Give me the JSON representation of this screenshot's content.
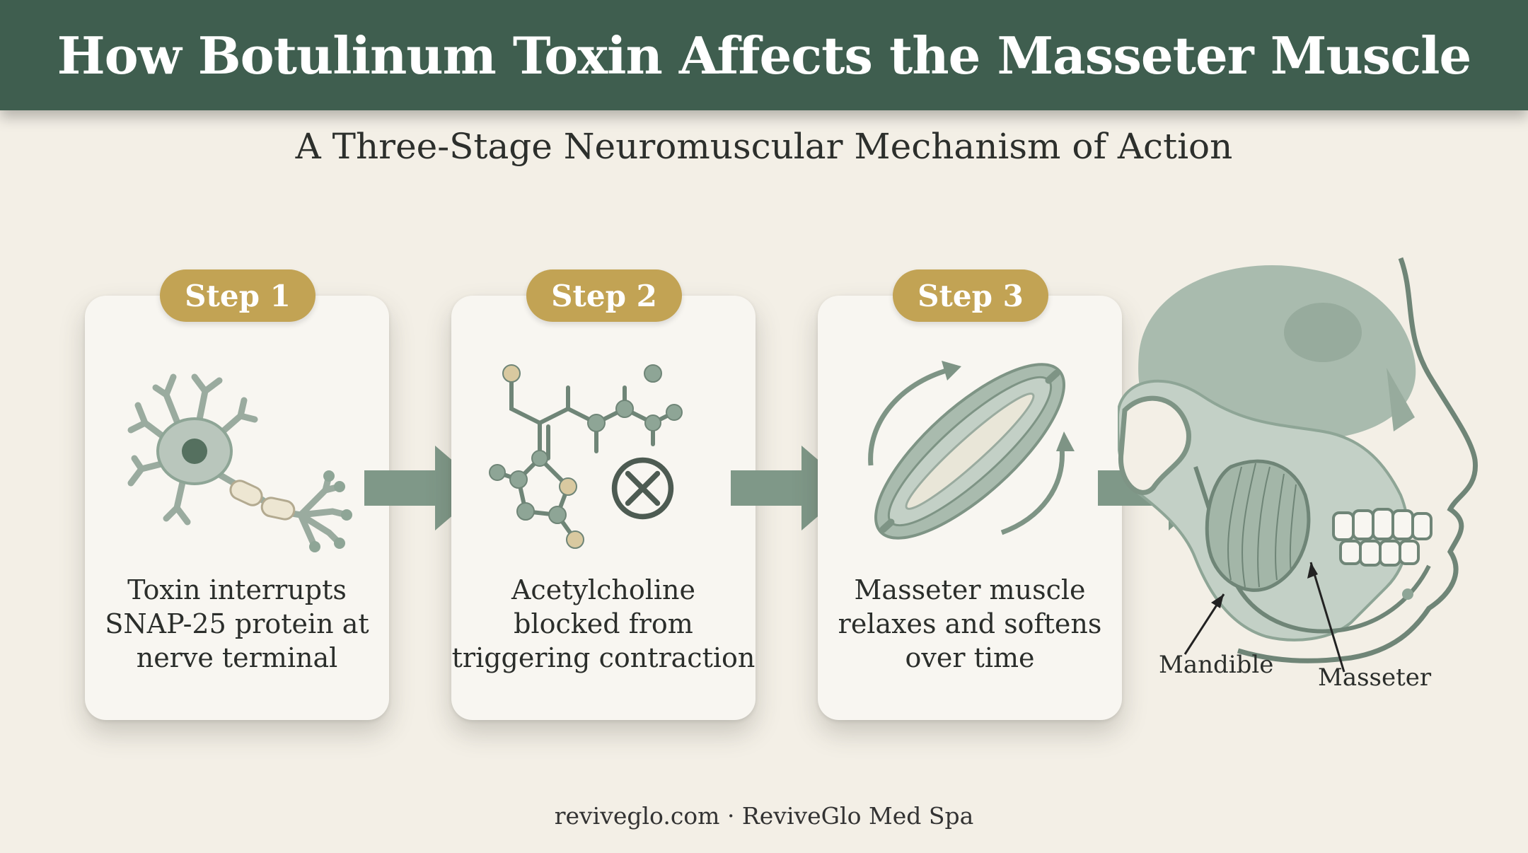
{
  "header": {
    "title": "How Botulinum Toxin Affects the Masseter Muscle"
  },
  "subtitle": "A Three-Stage Neuromuscular Mechanism of Action",
  "steps": [
    {
      "badge": "Step 1",
      "lines": [
        "Toxin interrupts",
        "SNAP-25 protein at",
        "nerve terminal"
      ]
    },
    {
      "badge": "Step 2",
      "lines": [
        "Acetylcholine",
        "blocked from",
        "triggering contraction"
      ]
    },
    {
      "badge": "Step 3",
      "lines": [
        "Masseter muscle",
        "relaxes and softens",
        "over time"
      ]
    }
  ],
  "anatomy": {
    "mandible_label": "Mandible",
    "masseter_label": "Masseter"
  },
  "footer": "reviveglo.com · ReviveGlo Med Spa",
  "colors": {
    "header": "#3f5e4f",
    "badge": "#c2a354",
    "sage": "#8ea596",
    "background": "#f3efe6"
  },
  "icons": [
    "neuron-icon",
    "molecule-icon",
    "blocked-icon",
    "muscle-icon",
    "arrow-right-icon",
    "skull-illustration"
  ]
}
